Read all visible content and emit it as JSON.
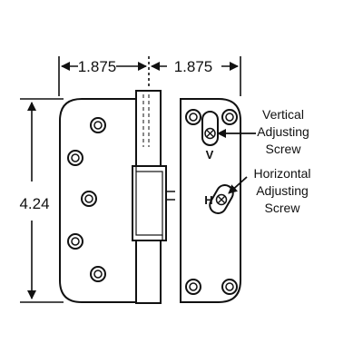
{
  "dimensions": {
    "left_width": "1.875",
    "right_width": "1.875",
    "height": "4.24"
  },
  "markers": {
    "vertical": "V",
    "horizontal": "H"
  },
  "callouts": {
    "vertical_screw": [
      "Vertical",
      "Adjusting",
      "Screw"
    ],
    "horizontal_screw": [
      "Horizontal",
      "Adjusting",
      "Screw"
    ]
  }
}
